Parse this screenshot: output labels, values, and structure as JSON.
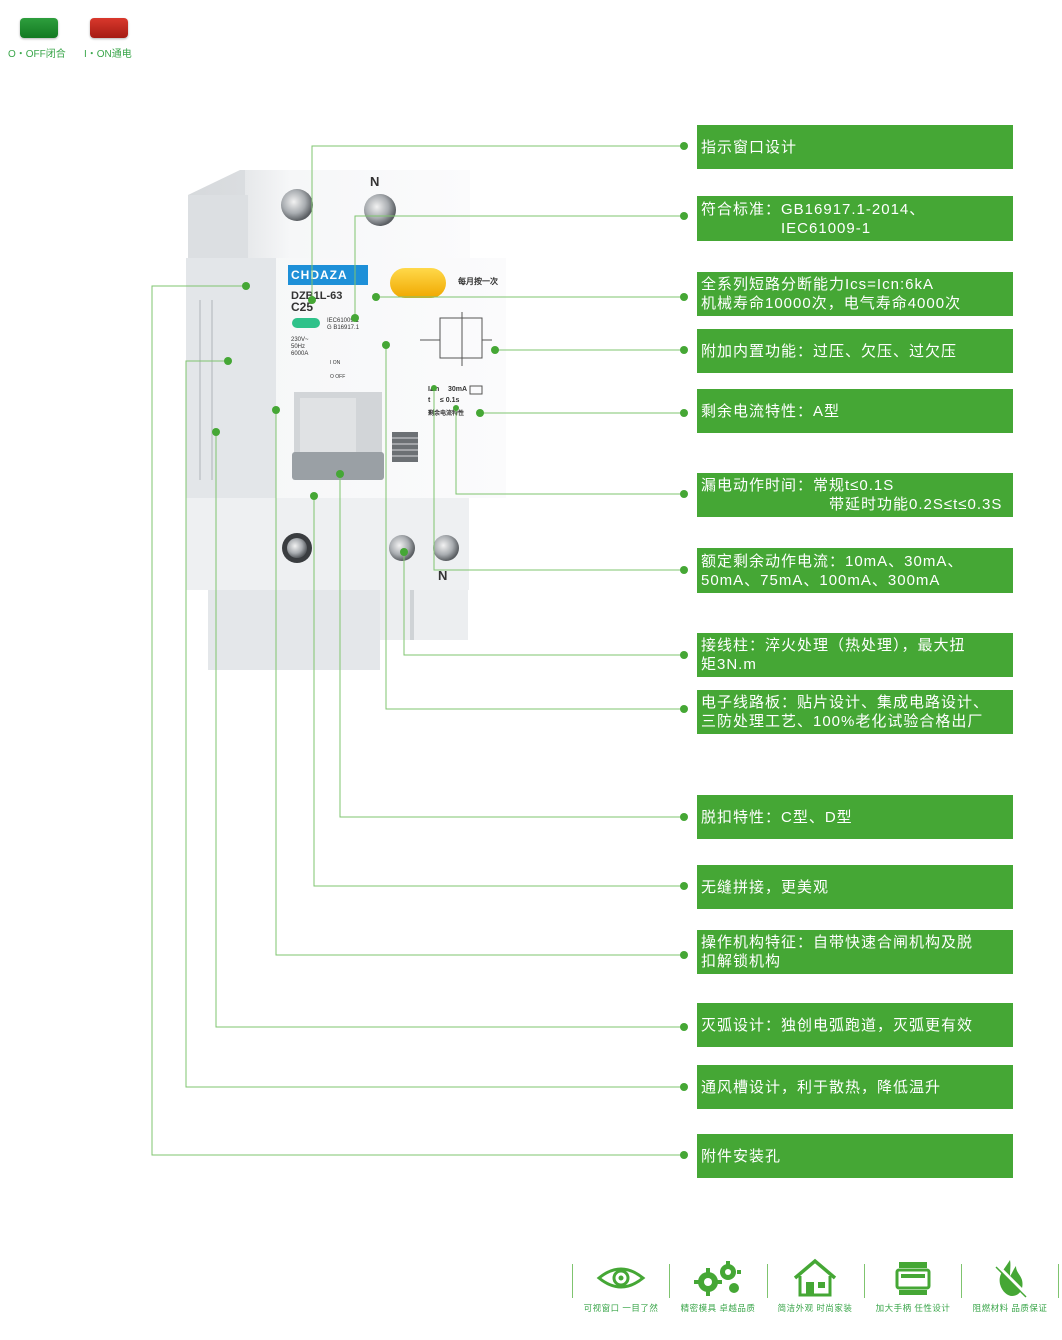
{
  "legend": {
    "off_label": "O・OFF闭合",
    "on_label": "I・ON通电",
    "off_color": "#1f8a2e",
    "on_color": "#c0271c"
  },
  "device": {
    "brand": "CHDAZA",
    "model": "DZB1L-63",
    "rating": "C25",
    "standard1": "IEC61009-1",
    "standard2": "G B16917.1",
    "spec1": "230V~",
    "spec2": "50Hz",
    "spec3": "6000A",
    "test_button_label": "每月按一次",
    "terminal_top": "N",
    "terminal_bottom": "N",
    "residual_current": "30mA",
    "trip_time": "≤ 0.1s",
    "residual_type_label": "剩余电流特性",
    "on_mark": "I ON",
    "off_mark": "O OFF",
    "delta_n": "IΔn",
    "t_label": "t"
  },
  "callouts": [
    {
      "lines": [
        "指示窗口设计"
      ]
    },
    {
      "lines": [
        "符合标准：GB16917.1-2014、",
        "　　　　　IEC61009-1"
      ]
    },
    {
      "lines": [
        "全系列短路分断能力Ics=Icn:6kA",
        "机械寿命10000次，电气寿命4000次"
      ]
    },
    {
      "lines": [
        "附加内置功能：过压、欠压、过欠压"
      ]
    },
    {
      "lines": [
        "剩余电流特性：A型"
      ]
    },
    {
      "lines": [
        "漏电动作时间：常规t≤0.1S",
        "　　　　　　　　带延时功能0.2S≤t≤0.3S"
      ]
    },
    {
      "lines": [
        "额定剩余动作电流：10mA、30mA、",
        "50mA、75mA、100mA、300mA"
      ]
    },
    {
      "lines": [
        "接线柱：淬火处理（热处理），最大扭",
        "矩3N.m"
      ]
    },
    {
      "lines": [
        "电子线路板：贴片设计、集成电路设计、",
        "三防处理工艺、100%老化试验合格出厂"
      ]
    },
    {
      "lines": [
        "脱扣特性：C型、D型"
      ]
    },
    {
      "lines": [
        "无缝拼接，更美观"
      ]
    },
    {
      "lines": [
        "操作机构特征：自带快速合闸机构及脱",
        "扣解锁机构"
      ]
    },
    {
      "lines": [
        "灭弧设计：独创电弧跑道，灭弧更有效"
      ]
    },
    {
      "lines": [
        "通风槽设计，利于散热，降低温升"
      ]
    },
    {
      "lines": [
        "附件安装孔"
      ]
    }
  ],
  "features": [
    {
      "icon": "eye-icon",
      "label": "可视窗口 一目了然"
    },
    {
      "icon": "gears-icon",
      "label": "精密模具 卓越品质"
    },
    {
      "icon": "house-icon",
      "label": "简洁外观 时尚家装"
    },
    {
      "icon": "handle-icon",
      "label": "加大手柄 任性设计"
    },
    {
      "icon": "flame-icon",
      "label": "阻燃材料 品质保证"
    }
  ],
  "colors": {
    "accent": "#45a735",
    "line": "#7fc46f"
  }
}
